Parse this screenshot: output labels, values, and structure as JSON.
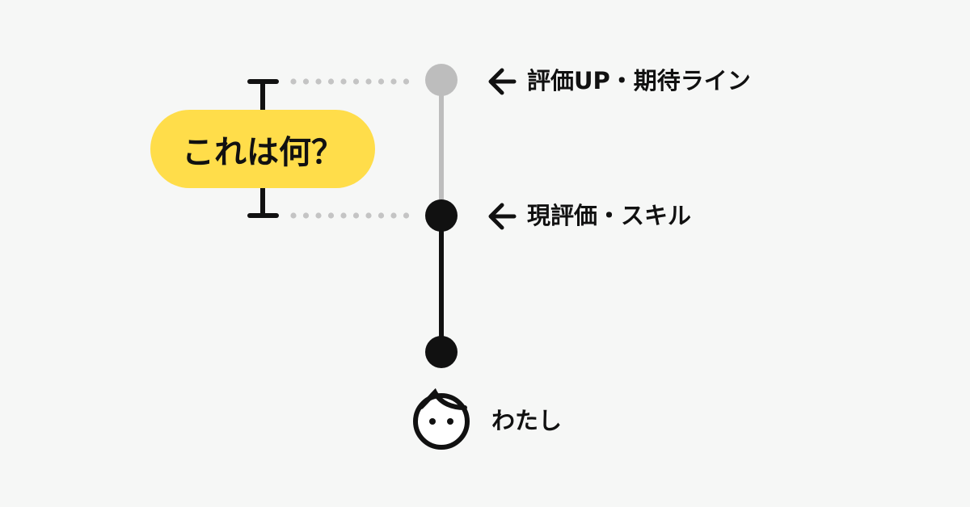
{
  "question_label": "これは何？",
  "labels": {
    "expected": "評価UP・期待ライン",
    "current": "現評価・スキル",
    "me": "わたし"
  },
  "colors": {
    "accent": "#ffdd4a",
    "gray": "#bdbdbd",
    "black": "#111111",
    "background": "#f6f7f6"
  }
}
